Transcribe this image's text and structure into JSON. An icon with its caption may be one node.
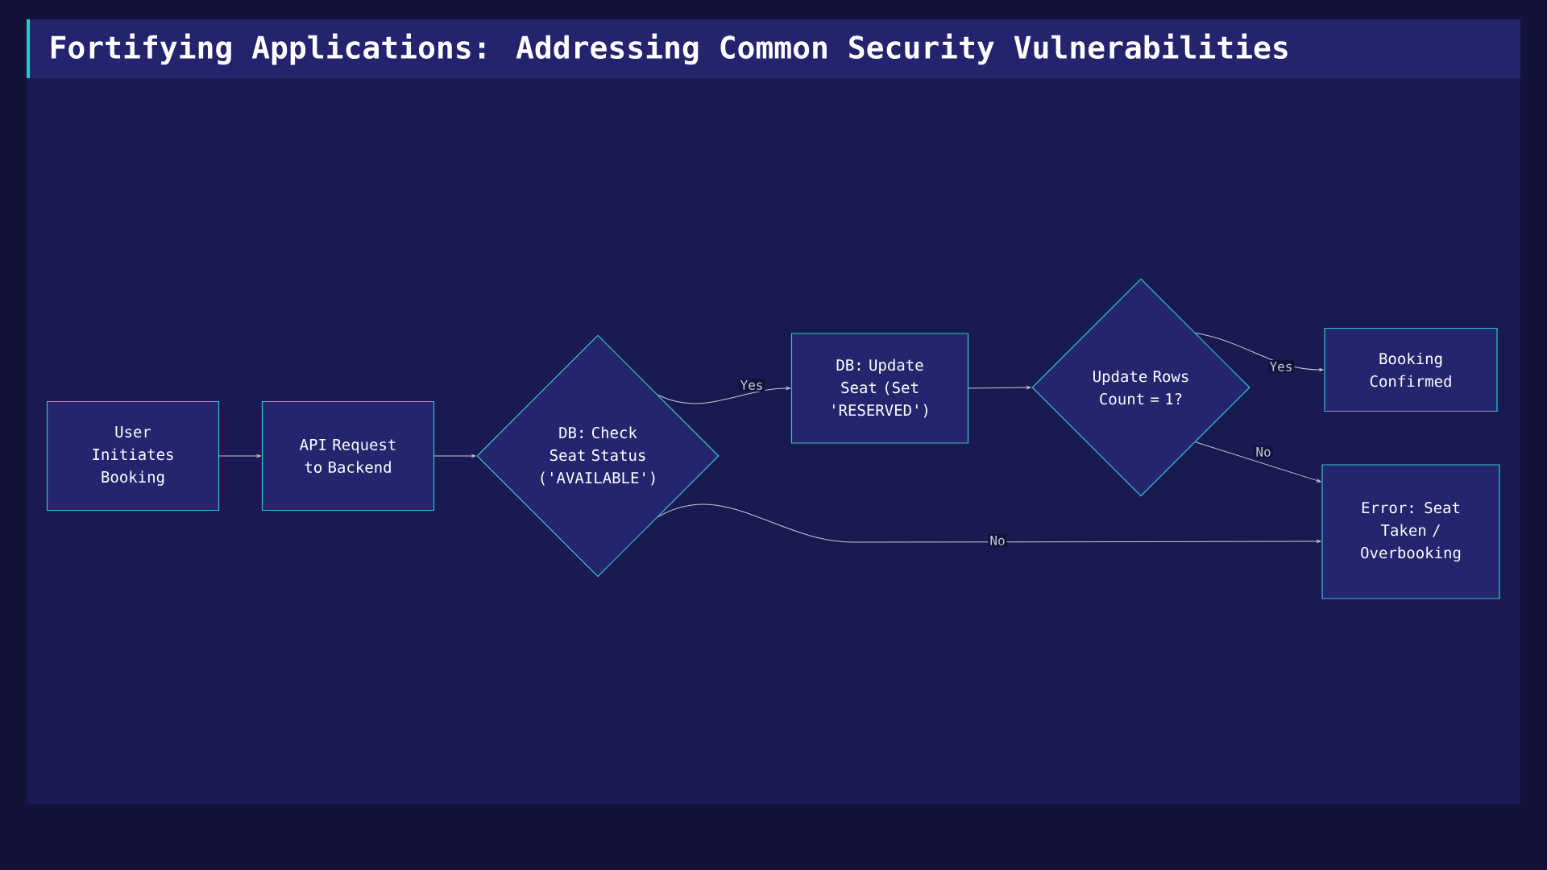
{
  "diagram": {
    "title": "Fortifying Applications: Addressing Common Security Vulnerabilities",
    "nodes": [
      {
        "text": [
          "User Initiates Booking"
        ]
      },
      {
        "text": [
          "API Request to Backend"
        ]
      },
      {
        "text": [
          "DB: Check Seat Status ('AVAILABLE')"
        ]
      },
      {
        "text": [
          "DB: Update Seat (Set 'RESERVED')"
        ]
      },
      {
        "text": [
          "Update Rows Count = 1?"
        ]
      },
      {
        "text": [
          "Booking Confirmed"
        ]
      },
      {
        "text": [
          "Error: Seat Taken / Overbooking"
        ]
      }
    ],
    "edges": [
      {
        "from": 0,
        "to": 1,
        "arrow": "to"
      },
      {
        "from": 1,
        "to": 2,
        "arrow": "to"
      },
      {
        "from": 2,
        "to": 3,
        "arrow": "to",
        "label": "Yes"
      },
      {
        "from": 3,
        "to": 4,
        "arrow": "to"
      },
      {
        "from": 4,
        "to": 5,
        "arrow": "to",
        "label": "Yes"
      },
      {
        "from": 4,
        "to": 6,
        "arrow": "to",
        "label": "No"
      },
      {
        "from": 2,
        "to": 6,
        "arrow": "to",
        "label": "No"
      }
    ]
  }
}
